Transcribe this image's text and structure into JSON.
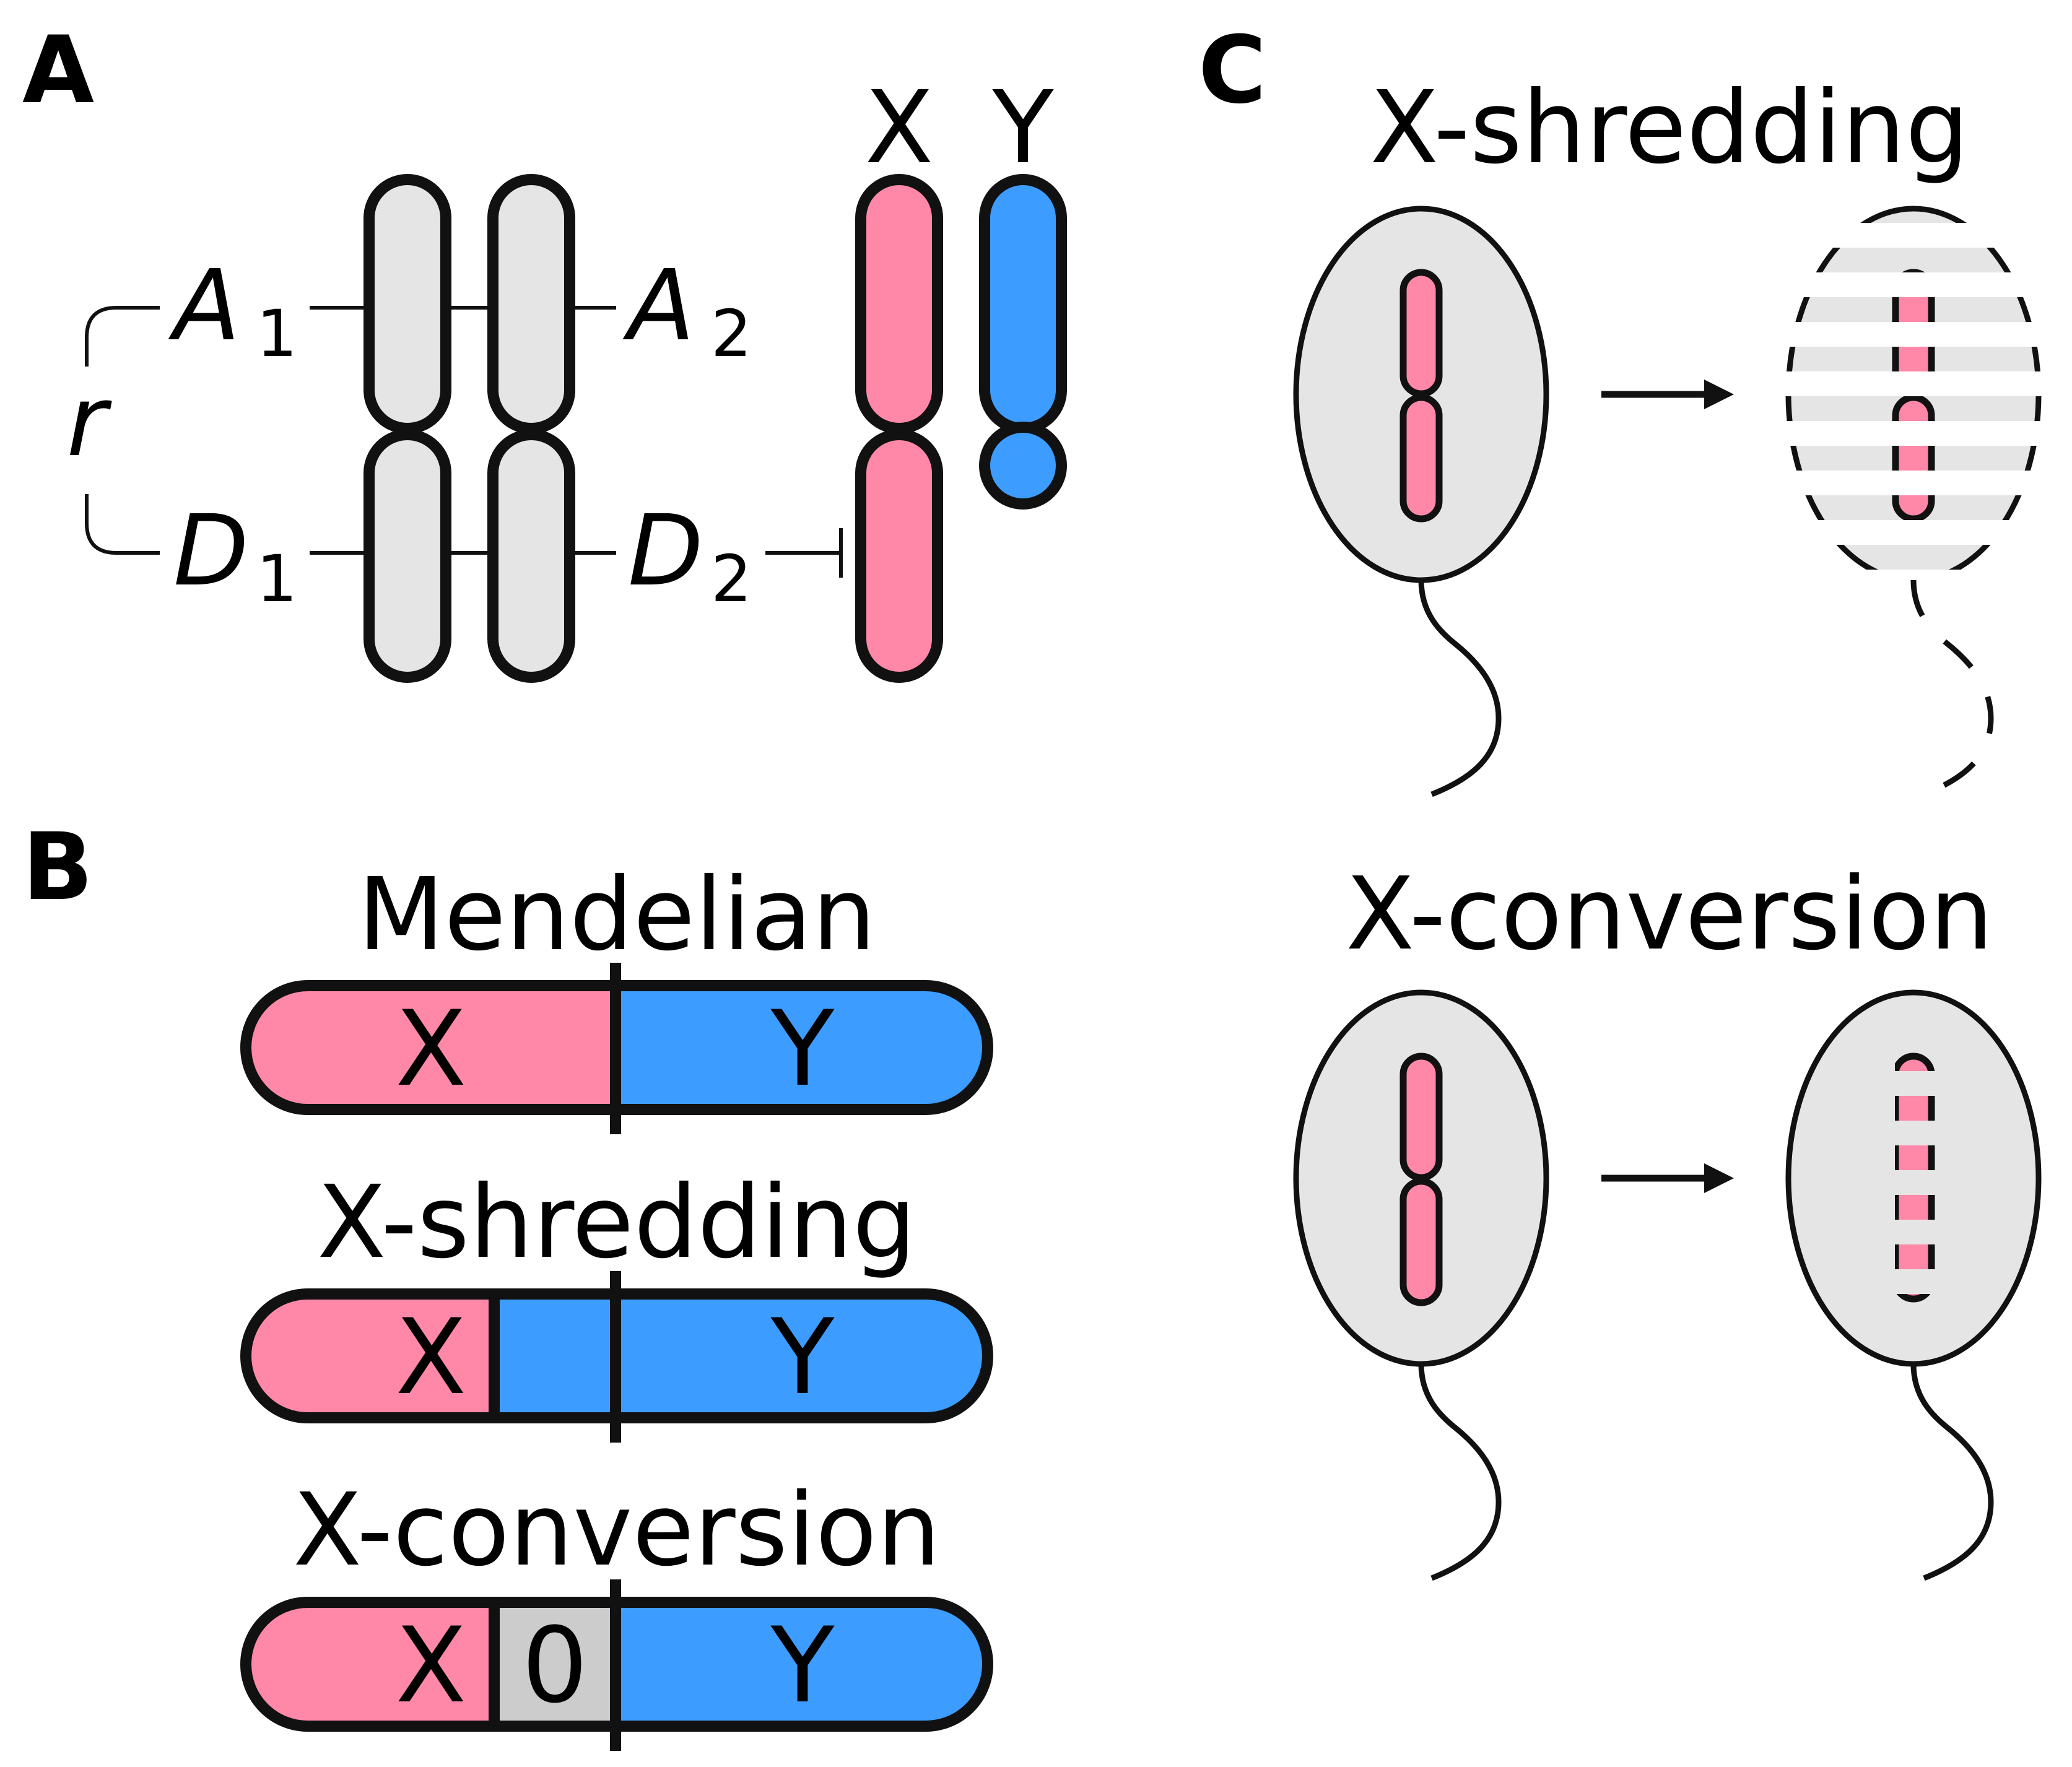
{
  "colors": {
    "x_chromosome": "#ff88a8",
    "y_chromosome": "#3d9cff",
    "autosome": "#e5e5e5",
    "zero_segment": "#cccccc",
    "outline": "#111111"
  },
  "panel_a": {
    "letter": "A",
    "sex_labels": {
      "x": "X",
      "y": "Y"
    },
    "recombination": "r",
    "loci": [
      {
        "base": "A",
        "sub": "1"
      },
      {
        "base": "A",
        "sub": "2"
      },
      {
        "base": "D",
        "sub": "1"
      },
      {
        "base": "D",
        "sub": "2"
      }
    ]
  },
  "panel_b": {
    "letter": "B",
    "bars": [
      {
        "title": "Mendelian",
        "segments": [
          "X",
          "Y"
        ]
      },
      {
        "title": "X-shredding",
        "segments": [
          "X",
          "Y"
        ]
      },
      {
        "title": "X-conversion",
        "segments": [
          "X",
          "0",
          "Y"
        ]
      }
    ]
  },
  "panel_c": {
    "letter": "C",
    "rows": [
      {
        "title": "X-shredding"
      },
      {
        "title": "X-conversion"
      }
    ]
  }
}
